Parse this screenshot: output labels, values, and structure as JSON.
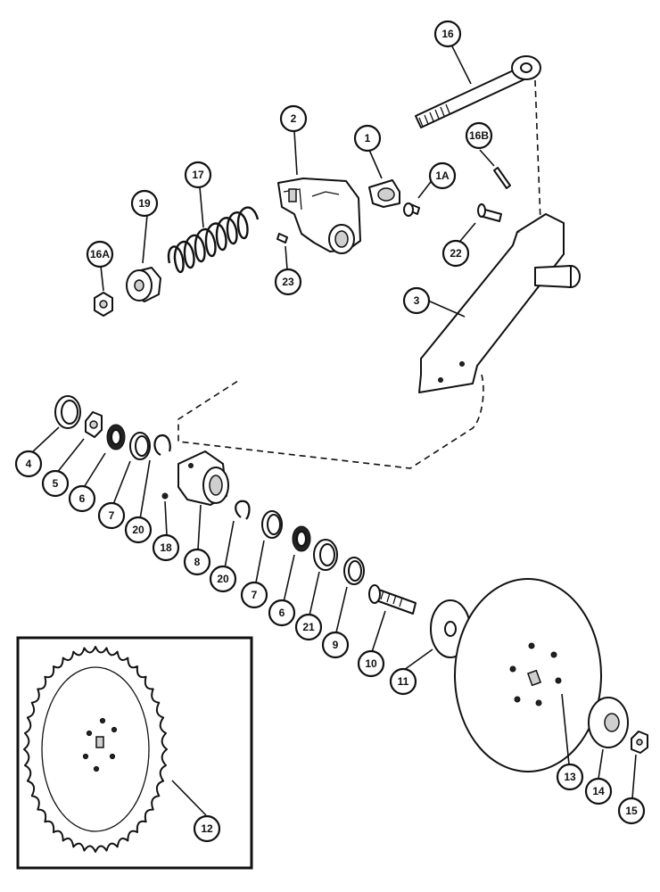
{
  "callouts": [
    {
      "key": "c1",
      "label": "1"
    },
    {
      "key": "c1a",
      "label": "1A"
    },
    {
      "key": "c2",
      "label": "2"
    },
    {
      "key": "c3",
      "label": "3"
    },
    {
      "key": "c4",
      "label": "4"
    },
    {
      "key": "c5",
      "label": "5"
    },
    {
      "key": "c6a",
      "label": "6"
    },
    {
      "key": "c6b",
      "label": "6"
    },
    {
      "key": "c7a",
      "label": "7"
    },
    {
      "key": "c7b",
      "label": "7"
    },
    {
      "key": "c8",
      "label": "8"
    },
    {
      "key": "c9",
      "label": "9"
    },
    {
      "key": "c10",
      "label": "10"
    },
    {
      "key": "c11",
      "label": "11"
    },
    {
      "key": "c12",
      "label": "12"
    },
    {
      "key": "c13",
      "label": "13"
    },
    {
      "key": "c14",
      "label": "14"
    },
    {
      "key": "c15",
      "label": "15"
    },
    {
      "key": "c16",
      "label": "16"
    },
    {
      "key": "c16a",
      "label": "16A"
    },
    {
      "key": "c16b",
      "label": "16B"
    },
    {
      "key": "c17",
      "label": "17"
    },
    {
      "key": "c18",
      "label": "18"
    },
    {
      "key": "c19",
      "label": "19"
    },
    {
      "key": "c20a",
      "label": "20"
    },
    {
      "key": "c20b",
      "label": "20"
    },
    {
      "key": "c21",
      "label": "21"
    },
    {
      "key": "c22",
      "label": "22"
    },
    {
      "key": "c23",
      "label": "23"
    }
  ]
}
